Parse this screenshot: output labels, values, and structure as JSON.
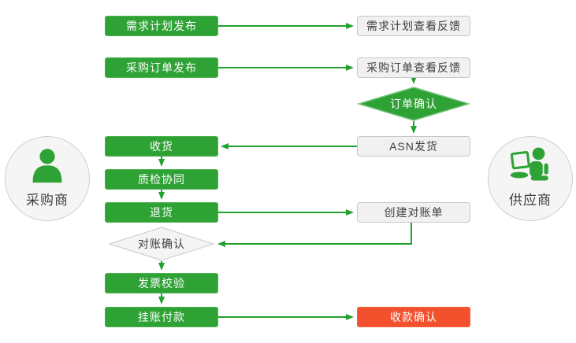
{
  "actors": {
    "buyer": {
      "label": "采购商"
    },
    "supplier": {
      "label": "供应商"
    }
  },
  "nodes": {
    "demand_plan_publish": {
      "label": "需求计划发布",
      "style": "green"
    },
    "demand_plan_feedback": {
      "label": "需求计划查看反馈",
      "style": "gray"
    },
    "po_publish": {
      "label": "采购订单发布",
      "style": "green"
    },
    "po_feedback": {
      "label": "采购订单查看反馈",
      "style": "gray"
    },
    "order_confirm": {
      "label": "订单确认",
      "style": "green-diamond"
    },
    "asn_ship": {
      "label": "ASN发货",
      "style": "gray"
    },
    "receive": {
      "label": "收货",
      "style": "green"
    },
    "quality_collab": {
      "label": "质检协同",
      "style": "green"
    },
    "return_goods": {
      "label": "退货",
      "style": "green"
    },
    "create_statement": {
      "label": "创建对账单",
      "style": "gray"
    },
    "statement_confirm": {
      "label": "对账确认",
      "style": "gray-diamond"
    },
    "invoice_verify": {
      "label": "发票校验",
      "style": "green"
    },
    "payment_on_account": {
      "label": "挂账付款",
      "style": "green"
    },
    "receipt_confirm": {
      "label": "收款确认",
      "style": "orange"
    }
  },
  "edges": [
    {
      "from": "demand_plan_publish",
      "to": "demand_plan_feedback"
    },
    {
      "from": "po_publish",
      "to": "po_feedback"
    },
    {
      "from": "po_feedback",
      "to": "order_confirm"
    },
    {
      "from": "order_confirm",
      "to": "asn_ship"
    },
    {
      "from": "asn_ship",
      "to": "receive"
    },
    {
      "from": "receive",
      "to": "quality_collab"
    },
    {
      "from": "quality_collab",
      "to": "return_goods"
    },
    {
      "from": "return_goods",
      "to": "create_statement"
    },
    {
      "from": "create_statement",
      "to": "statement_confirm"
    },
    {
      "from": "statement_confirm",
      "to": "invoice_verify"
    },
    {
      "from": "invoice_verify",
      "to": "payment_on_account"
    },
    {
      "from": "payment_on_account",
      "to": "receipt_confirm"
    }
  ],
  "colors": {
    "node_green": "#2FA236",
    "line_green": "#22A12E",
    "orange": "#F3512E",
    "gray_fill": "#F1F1F1",
    "gray_border": "#C8C8C8",
    "text_dark": "#3E3E3E"
  }
}
